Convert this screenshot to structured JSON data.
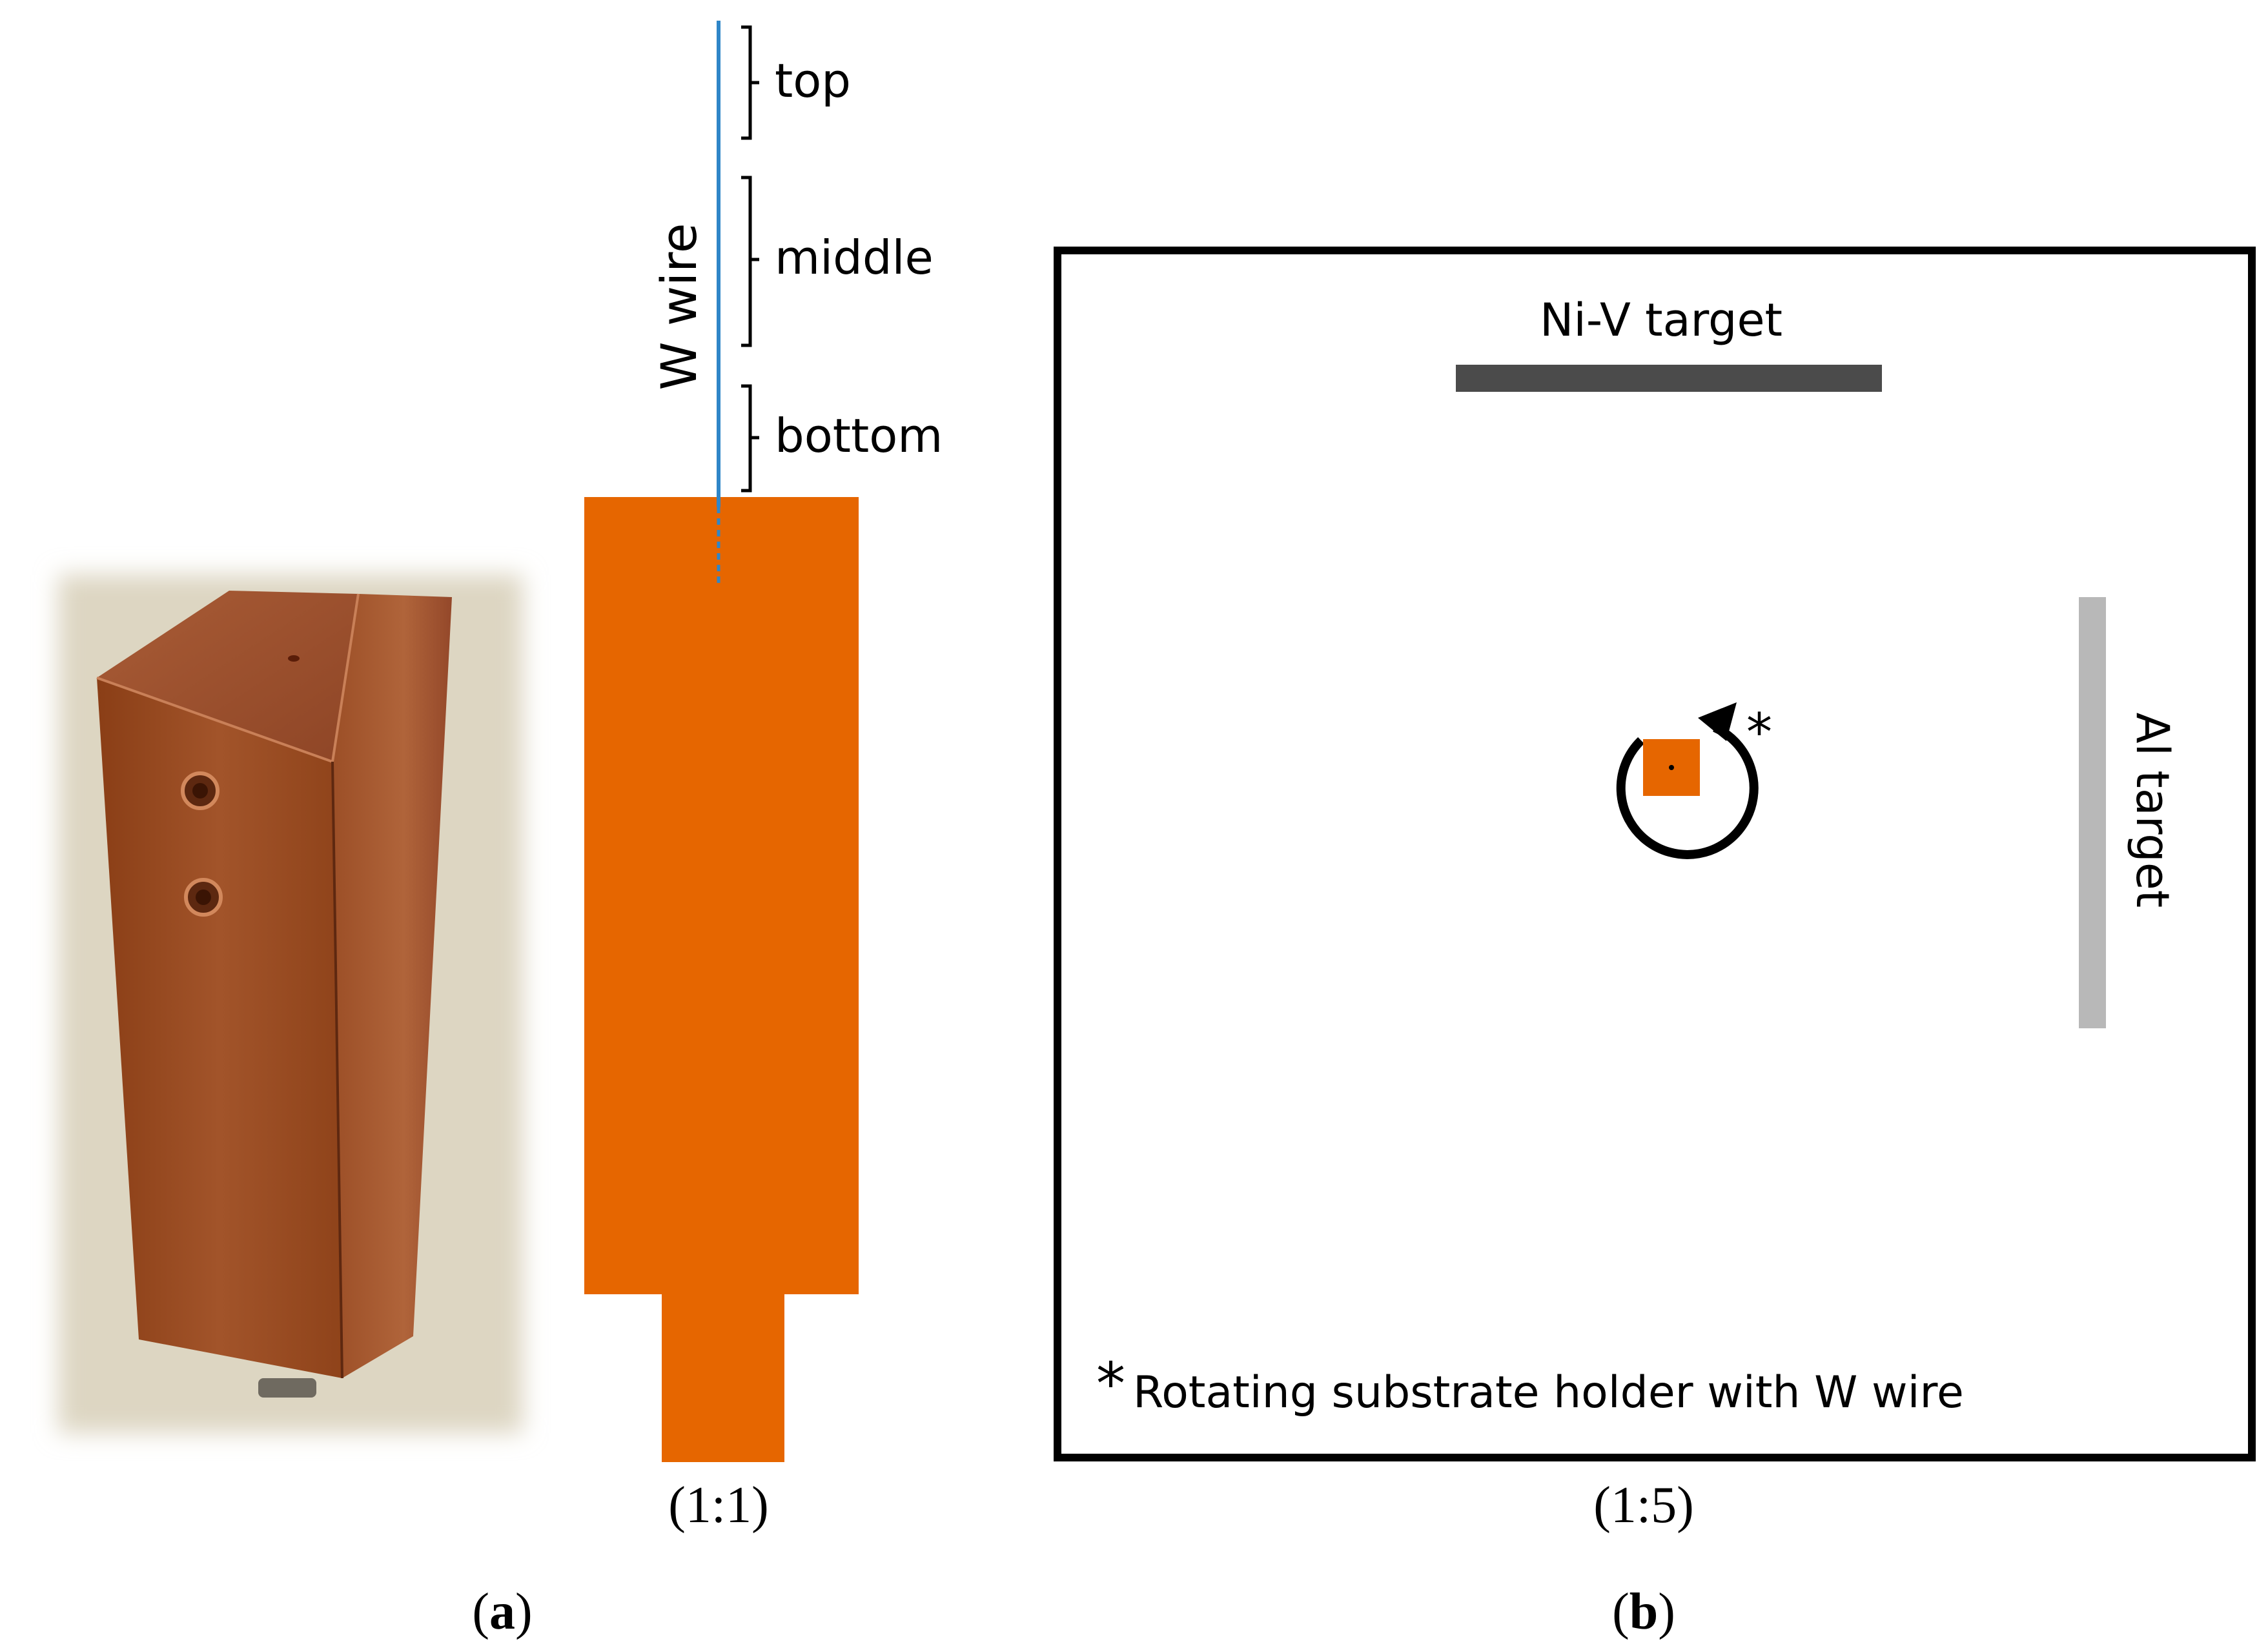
{
  "panel_a": {
    "caption_label": "a",
    "wire_label": "W wire",
    "segments": {
      "top": "top",
      "middle": "middle",
      "bottom": "bottom"
    },
    "scale": "(1:1)"
  },
  "panel_b": {
    "caption_label": "b",
    "target_top_label": "Ni-V target",
    "target_right_label": "Al target",
    "rotation_marker": "*",
    "footnote_marker": "*",
    "footnote": "Rotating substrate holder with W wire",
    "scale": "(1:5)"
  },
  "colors": {
    "copper_holder": "#e66600",
    "wire": "#2f86c8",
    "niv_target": "#4b4b4b",
    "al_target": "#b8b8b8",
    "outline": "#000000"
  }
}
